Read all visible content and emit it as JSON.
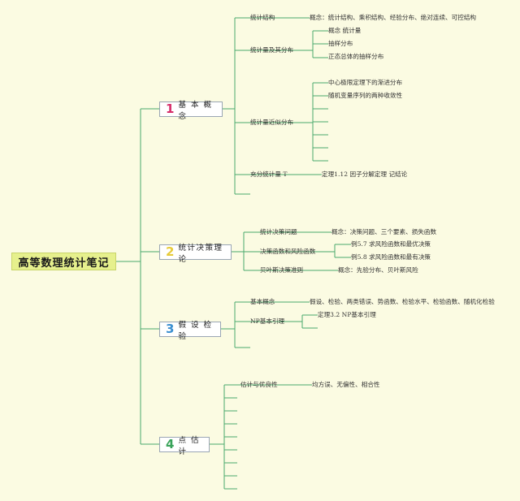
{
  "root": {
    "label": "高等数理统计笔记"
  },
  "branches": [
    {
      "num": "1",
      "label": "基 本 概 念",
      "num_color": "#d62d6a",
      "children": [
        {
          "label": "统计结构",
          "children": [
            "概念：统计结构、乘积结构、经验分布、绝对连续、可控结构"
          ]
        },
        {
          "label": "统计量及其分布",
          "children": [
            "概念 统计量",
            "抽样分布",
            "正态总体的抽样分布"
          ]
        },
        {
          "label": "统计量近似分布",
          "children": [
            "中心极限定理下的渐进分布",
            "随机变量序列的两种收敛性"
          ]
        },
        {
          "label": "充分统计量 T",
          "children": [
            "定理1.12 因子分解定理 记结论"
          ]
        }
      ]
    },
    {
      "num": "2",
      "label": "统计决策理论",
      "num_color": "#e7cb3a",
      "children": [
        {
          "label": "统计决策问题",
          "children": [
            "概念：决策问题、三个要素、损失函数"
          ]
        },
        {
          "label": "决策函数和风险函数",
          "children": [
            "例5.7 求风险函数和最优决策",
            "例5.8 求风险函数和最有决策"
          ]
        },
        {
          "label": "贝叶斯决策准则",
          "children": [
            "概念：先验分布、贝叶斯风险"
          ]
        }
      ]
    },
    {
      "num": "3",
      "label": "假 设 检 验",
      "num_color": "#3b8fd0",
      "children": [
        {
          "label": "基本概念",
          "children": [
            "假设、检验、两类错误、势函数、检验水平、检验函数、随机化检验"
          ]
        },
        {
          "label": "NP基本引理",
          "children": [
            "定理3.2 NP基本引理"
          ]
        }
      ]
    },
    {
      "num": "4",
      "label": "点 估 计",
      "num_color": "#3aa35a",
      "children": [
        {
          "label": "估计与优良性",
          "children": [
            "均方误、无偏性、相合性"
          ]
        }
      ]
    }
  ]
}
